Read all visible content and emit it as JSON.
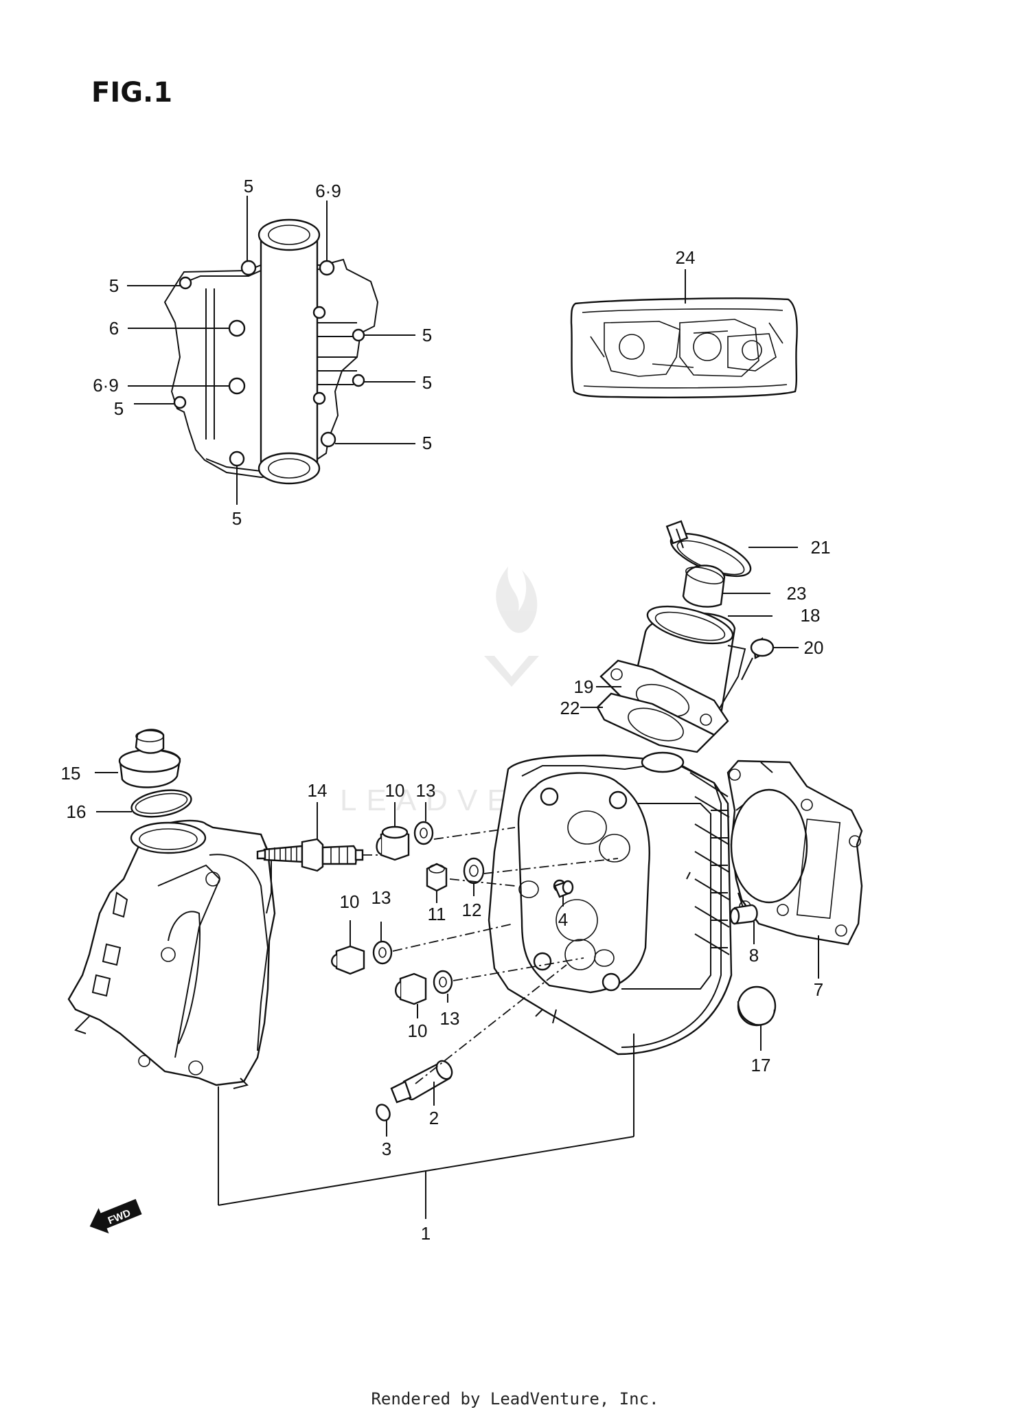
{
  "title": "FIG.1",
  "footer": "Rendered by LeadVenture, Inc.",
  "watermark": "LEADVENTURE",
  "fwd_label": "FWD",
  "callouts": {
    "c24": "24",
    "c5a": "5",
    "c69a": "6·9",
    "c5b": "5",
    "c6": "6",
    "c69b": "6·9",
    "c5c": "5",
    "c5d": "5",
    "c5e": "5",
    "c5f": "5",
    "c5g": "5",
    "c21": "21",
    "c23": "23",
    "c18": "18",
    "c20": "20",
    "c19": "19",
    "c22": "22",
    "c15": "15",
    "c16": "16",
    "c14": "14",
    "c10a": "10",
    "c13a": "13",
    "c11": "11",
    "c12": "12",
    "c4": "4",
    "c10b": "10",
    "c13b": "13",
    "c10c": "10",
    "c13c": "13",
    "c8": "8",
    "c7": "7",
    "c17": "17",
    "c2": "2",
    "c3": "3",
    "c1": "1"
  }
}
